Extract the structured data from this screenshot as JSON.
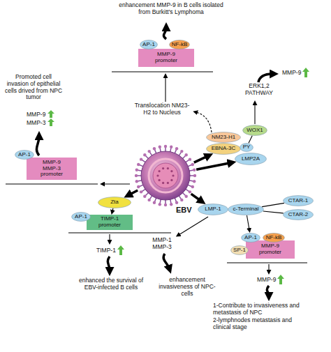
{
  "diagram": {
    "nodes": [
      {
        "text": [
          "AP-1"
        ]
      },
      {
        "text": [
          "NF-kB"
        ]
      },
      {
        "text": [
          "MMP-9 promoter"
        ]
      },
      {
        "text": [
          "WOX1"
        ]
      },
      {
        "text": [
          "NM23-H1"
        ]
      },
      {
        "text": [
          "EBNA-3C"
        ]
      },
      {
        "text": [
          "PY"
        ]
      },
      {
        "text": [
          "AP-1"
        ]
      },
      {
        "text": [
          "LMP2A"
        ]
      },
      {
        "text": [
          "MMP-9 MMP-3 promoter"
        ]
      },
      {
        "text": [
          "EBV"
        ]
      },
      {
        "text": [
          "Zta"
        ]
      },
      {
        "text": [
          "CTAR-1"
        ]
      },
      {
        "text": [
          "LMP-1"
        ]
      },
      {
        "text": [
          "c-Terminal"
        ]
      },
      {
        "text": [
          "CTAR-2"
        ]
      },
      {
        "text": [
          "AP-1"
        ]
      },
      {
        "text": [
          "TIMP-1 promoter"
        ]
      },
      {
        "text": [
          "AP-1"
        ]
      },
      {
        "text": [
          "NF-kB"
        ]
      },
      {
        "text": [
          "SP-1"
        ]
      },
      {
        "text": [
          "MMP-9 promoter"
        ]
      }
    ],
    "edges": [
      {
        "from": 10,
        "to": 5,
        "arrow": "to"
      },
      {
        "from": 10,
        "to": 8,
        "arrow": "to"
      },
      {
        "from": 10,
        "to": 11,
        "arrow": "to"
      },
      {
        "from": 10,
        "to": 13,
        "arrow": "to"
      },
      {
        "from": 6,
        "to": 3,
        "arrow": "none"
      },
      {
        "from": 14,
        "to": 12,
        "arrow": "none"
      },
      {
        "from": 14,
        "to": 15,
        "arrow": "none"
      },
      {
        "from": 11,
        "to": 17,
        "arrow": "to"
      },
      {
        "from": 14,
        "to": 18,
        "arrow": "to"
      }
    ],
    "labels": [
      "enhancement MMP-9 in B cells isolated from Burkitt's Lymphoma",
      "Translocation NM23-H2 to Nucleus",
      "ERK1,2 PATHWAY",
      "MMP-9",
      "Promoted cell invasion of epithelial cells drived from NPC tumor",
      "MMP-9",
      "MMP-3",
      "TIMP-1",
      "enhanced the survival of EBV-infected B cells",
      "MMP-1 MMP-3",
      "enhancement invasiveness of NPC-cells",
      "MMP-9",
      "1-Contribute to invasiveness and metastasis of NPC",
      "2-lymphnodes metastasis and clinical stage"
    ]
  }
}
